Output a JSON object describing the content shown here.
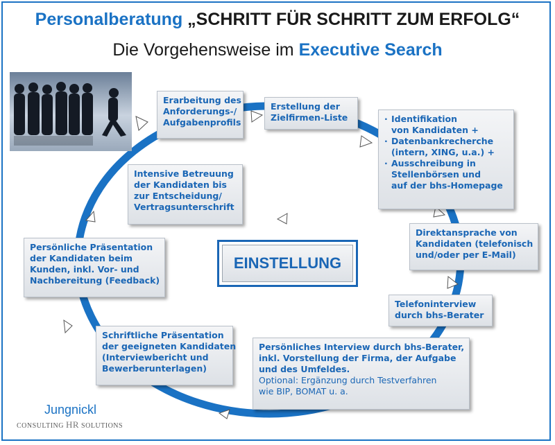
{
  "header": {
    "title_plain": "Personalberatung ",
    "title_quote": "„SCHRITT FÜR SCHRITT ZUM ERFOLG“",
    "subtitle_plain": "Die Vorgehensweise im ",
    "subtitle_accent": "Executive Search"
  },
  "center": {
    "label": "EINSTELLUNG"
  },
  "steps": {
    "anforderung": [
      "Erarbeitung des",
      "Anforderungs-/",
      "Aufgabenprofils"
    ],
    "zielfirmen": [
      "Erstellung der",
      "Zielfirmen-Liste"
    ],
    "identifikation": {
      "items": [
        [
          "Identifikation",
          "von Kandidaten  +"
        ],
        [
          "Datenbankrecherche",
          "(intern, XING, u.a.)  +"
        ],
        [
          "Ausschreibung in",
          "Stellenbörsen und",
          "auf der bhs-Homepage"
        ]
      ]
    },
    "direktansprache": [
      "Direktansprache von",
      "Kandidaten (telefonisch",
      "und/oder per E-Mail)"
    ],
    "telefoninterview": [
      "Telefoninterview",
      "durch bhs-Berater"
    ],
    "interview": {
      "lines": [
        "Persönliches Interview durch bhs-Berater,",
        "inkl. Vorstellung der Firma, der Aufgabe",
        "und des Umfeldes."
      ],
      "optional": [
        "Optional: Ergänzung durch Testverfahren",
        "wie BIP, BOMAT u. a."
      ]
    },
    "schriftlich": [
      "Schriftliche Präsentation",
      "der geeigneten Kandidaten",
      "(Interviewbericht und",
      "Bewerberunterlagen)"
    ],
    "persoenlich": [
      "Persönliche Präsentation",
      "der Kandidaten beim",
      "Kunden, inkl. Vor- und",
      "Nachbereitung (Feedback)"
    ],
    "betreuung": [
      "Intensive Betreuung",
      "der Kandidaten bis",
      "zur Entscheidung/",
      "Vertragsunterschrift"
    ]
  },
  "logo": {
    "name": "Jungnickl",
    "sub_left": "CONSULTING",
    "sub_mid": "HR",
    "sub_right": "SOLUTIONS"
  },
  "colors": {
    "accent": "#1a72c4",
    "box_text": "#1a66b5",
    "ring": "#1a72c4"
  }
}
